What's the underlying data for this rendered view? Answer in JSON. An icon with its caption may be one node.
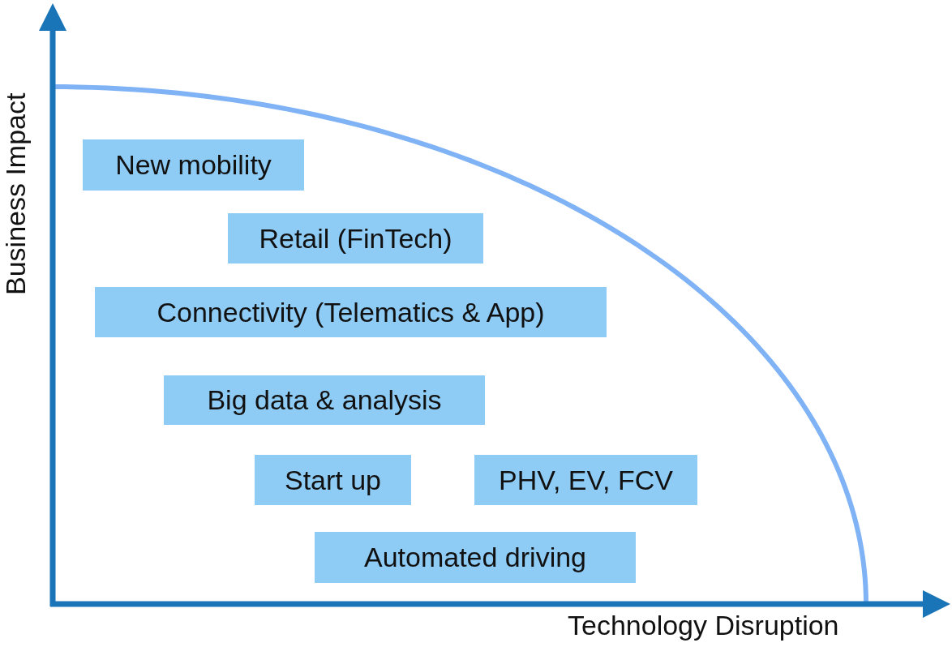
{
  "diagram": {
    "nodes": [
      {
        "text": [
          "New mobility"
        ]
      },
      {
        "text": [
          "Retail (FinTech)"
        ]
      },
      {
        "text": [
          "Connectivity (Telematics & App)"
        ]
      },
      {
        "text": [
          "Big data & analysis"
        ]
      },
      {
        "text": [
          "Start up"
        ]
      },
      {
        "text": [
          "PHV, EV, FCV"
        ]
      },
      {
        "text": [
          "Automated driving"
        ]
      }
    ],
    "labels": [
      "Business Impact",
      "Technology Disruption"
    ]
  }
}
